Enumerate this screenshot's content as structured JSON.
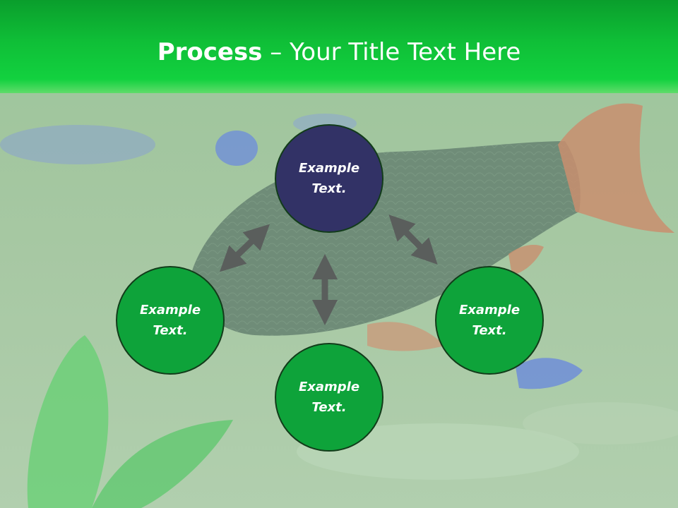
{
  "slide": {
    "title_bold": "Process",
    "title_rest": " – Your Title Text Here"
  },
  "nodes": {
    "top": {
      "label": "Example Text.",
      "color": "#323266"
    },
    "left": {
      "label": "Example Text.",
      "color": "#0ea33a"
    },
    "right": {
      "label": "Example Text.",
      "color": "#0ea33a"
    },
    "bottom": {
      "label": "Example Text.",
      "color": "#0ea33a"
    }
  },
  "colors": {
    "header": "#0fbf37",
    "arrow": "#5a5e5c",
    "background_tint": "#a9c9a4"
  }
}
